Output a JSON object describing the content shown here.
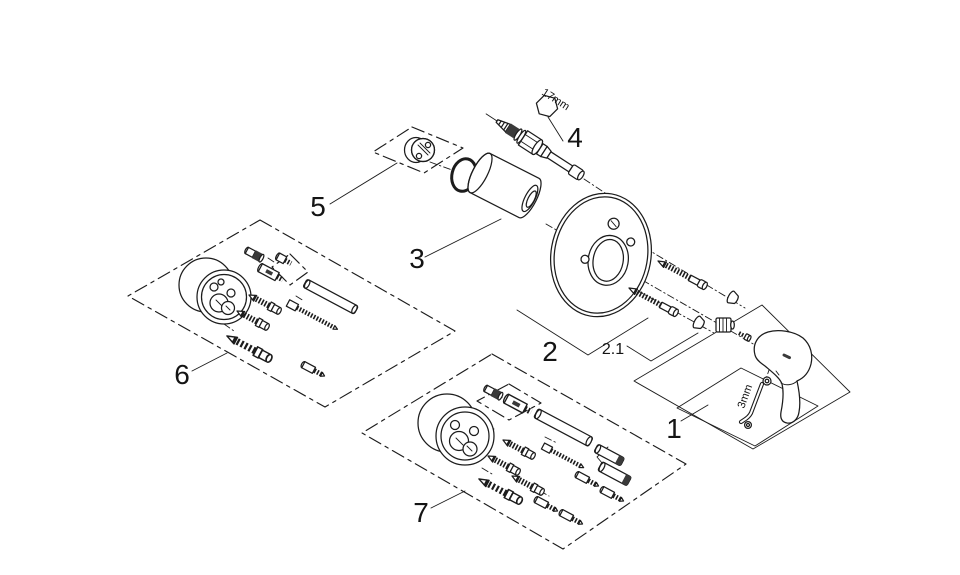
{
  "diagram": {
    "type": "exploded-parts-diagram",
    "background_color": "#ffffff",
    "line_color": "#1c1c1c",
    "labels": {
      "part_1": "1",
      "part_2": "2",
      "part_2_1": "2.1",
      "part_3": "3",
      "part_4": "4",
      "part_5": "5",
      "part_6": "6",
      "part_7": "7"
    },
    "annotations": {
      "hex_size": "17mm",
      "allen_key_size": "3mm"
    }
  }
}
